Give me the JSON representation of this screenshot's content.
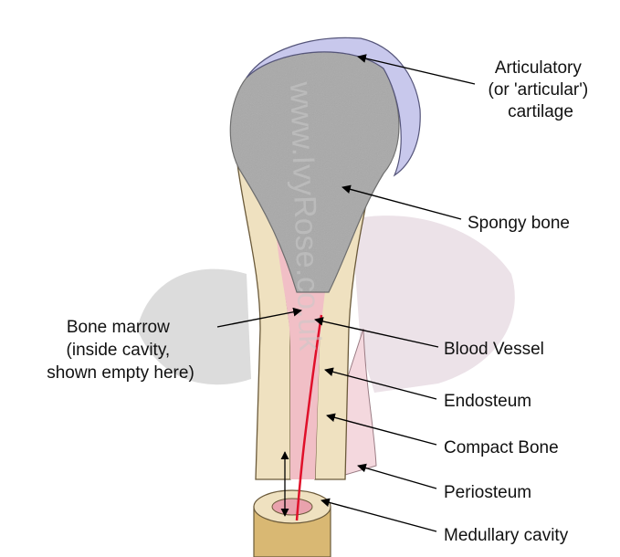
{
  "labels": {
    "articular_cartilage": [
      "Articulatory",
      "(or 'articular')",
      "cartilage"
    ],
    "spongy_bone": "Spongy bone",
    "bone_marrow": [
      "Bone marrow",
      "(inside cavity,",
      "shown empty here)"
    ],
    "blood_vessel": "Blood Vessel",
    "endosteum": "Endosteum",
    "compact_bone": "Compact Bone",
    "periosteum": "Periosteum",
    "medullary_cavity": "Medullary cavity"
  },
  "watermark": "www.IvyRose.co.uk",
  "colors": {
    "spongy": "#a9a9a9",
    "cartilage": "#c8c8ec",
    "compact": "#efe1c0",
    "cavity": "#f2c0c6",
    "vessel": "#e0102a",
    "periosteum": "#f6d9df",
    "stump": "#d9b873"
  }
}
